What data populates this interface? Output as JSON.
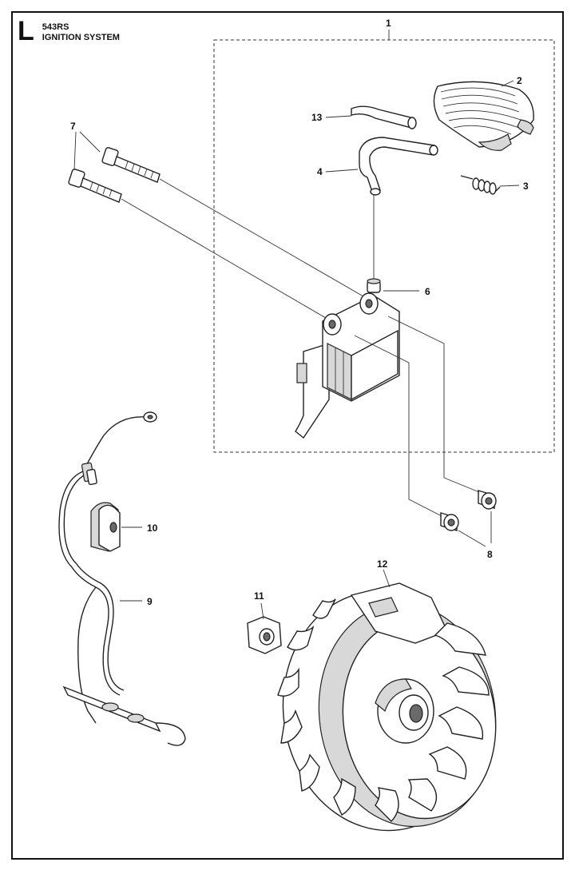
{
  "header": {
    "section_letter": "L",
    "model": "543RS",
    "title": "IGNITION SYSTEM"
  },
  "callouts": {
    "c1": "1",
    "c2": "2",
    "c3": "3",
    "c4": "4",
    "c5": "6",
    "c6": "7",
    "c7": "8",
    "c8": "9",
    "c9": "10",
    "c10": "11",
    "c11": "12",
    "c12": "13"
  }
}
